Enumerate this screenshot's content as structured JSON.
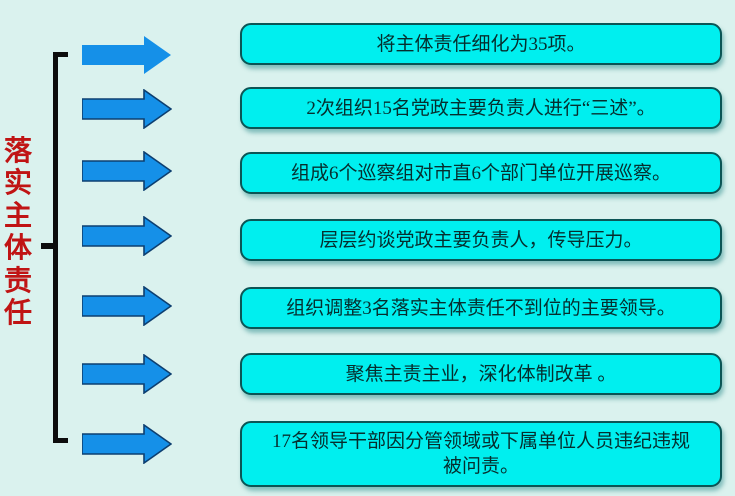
{
  "diagram": {
    "label": {
      "text": "落实主体责任"
    },
    "items": [
      {
        "text": "将主体责任细化为35项。"
      },
      {
        "text": "2次组织15名党政主要负责人进行“三述”。"
      },
      {
        "text": "组成6个巡察组对市直6个部门单位开展巡察。"
      },
      {
        "text": "层层约谈党政主要负责人，传导压力。"
      },
      {
        "text": "组织调整3名落实主体责任不到位的主要领导。"
      },
      {
        "text": "聚焦主责主业，深化体制改革 。"
      },
      {
        "text": "17名领导干部因分管领域或下属单位人员违纪违规被问责。"
      }
    ]
  },
  "colors": {
    "page-bg": "#daf2ee",
    "box-fill": "#00efef",
    "box-border": "#0b5555",
    "box-text": "#062e2e",
    "arrow-fill": "#1590e8",
    "arrow-stroke": "#0d3f70",
    "label-red": "#c01414",
    "bracket-black": "#0d0d0d"
  }
}
